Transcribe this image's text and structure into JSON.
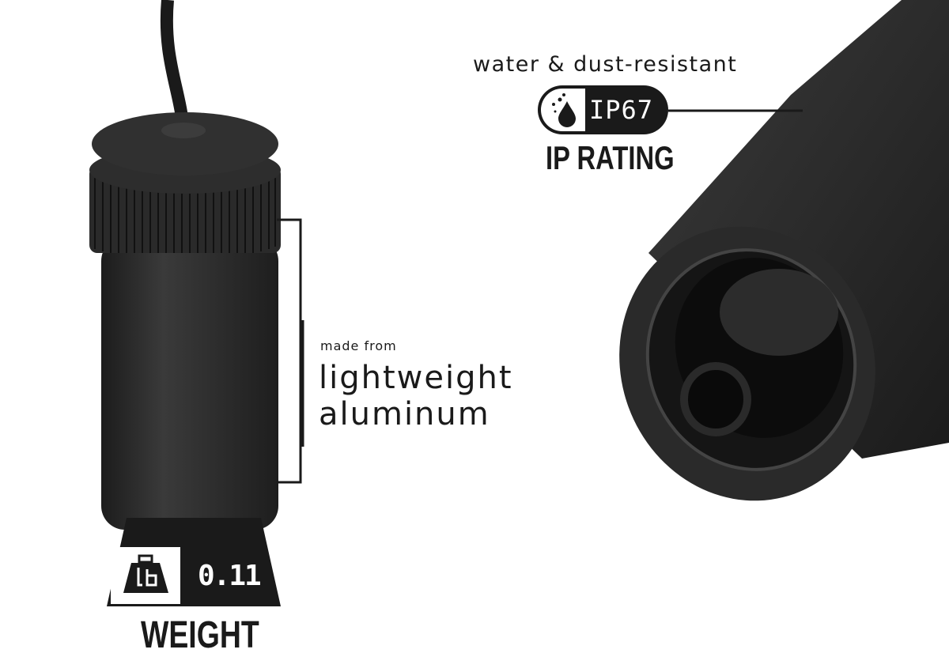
{
  "material": {
    "caption": "made from",
    "line1": "lightweight",
    "line2": "aluminum"
  },
  "ip_badge": {
    "caption": "water & dust-resistant",
    "value": "IP67",
    "label": "IP RATING",
    "icon": "water-drop-icon"
  },
  "weight_badge": {
    "unit": "lb",
    "value": "0.11",
    "label": "WEIGHT",
    "icon": "weight-icon"
  },
  "colors": {
    "product": "#2a2a2a",
    "ink": "#1a1a1a",
    "background": "#ffffff"
  }
}
